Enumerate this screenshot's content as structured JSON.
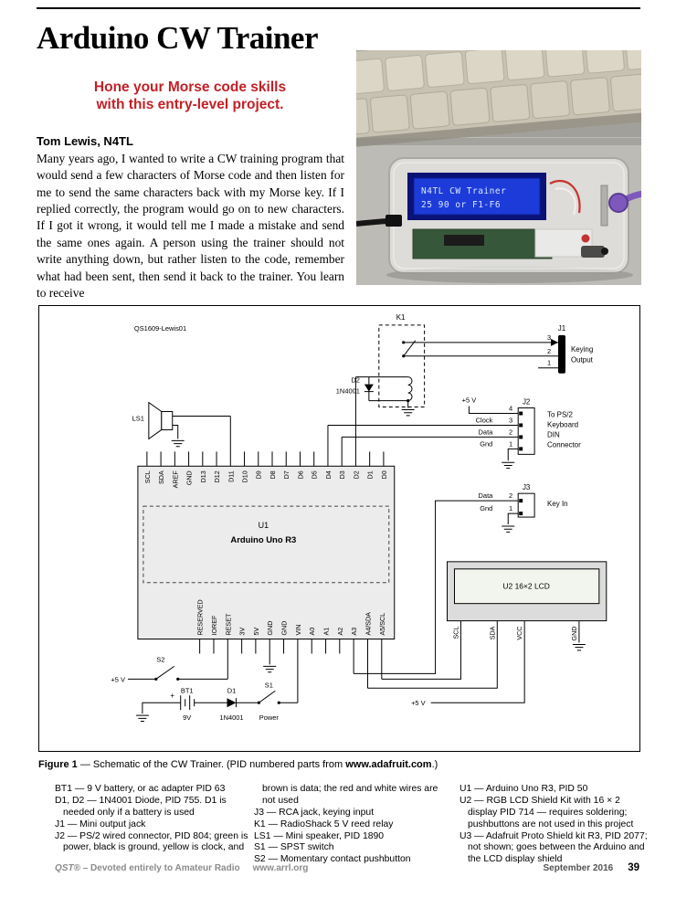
{
  "page": {
    "title": "Arduino CW Trainer",
    "tagline_line1": "Hone your Morse code skills",
    "tagline_line2": "with this entry-level project.",
    "author": "Tom Lewis, N4TL",
    "body": "Many years ago, I wanted to write a CW training program that would send a few characters of Morse code and then listen for me to send the same characters back with my Morse key. If I replied correctly, the program would go on to new characters. If I got it wrong, it would tell me I made a mistake and send the same ones again. A person using the trainer should not write anything down, but rather listen to the code, remember what had been sent, then send it back to the trainer. You learn to receive",
    "accent_red": "#c32026"
  },
  "photo": {
    "lcd_line1": "N4TL CW Trainer",
    "lcd_line2": "25 90 or F1-F6"
  },
  "figure": {
    "label": "Figure 1",
    "caption_mid": " — Schematic of the CW Trainer. (PID numbered parts from ",
    "caption_link": "www.adafruit.com",
    "caption_end": ".)"
  },
  "schematic": {
    "drawing_number": "QS1609-Lewis01",
    "plus5": "+5 V",
    "u1": {
      "ref": "U1",
      "name": "Arduino Uno R3",
      "top_pins": [
        "SCL",
        "SDA",
        "AREF",
        "GND",
        "D13",
        "D12",
        "D11",
        "D10",
        "D9",
        "D8",
        "D7",
        "D6",
        "D5",
        "D4",
        "D3",
        "D2",
        "D1",
        "D0"
      ],
      "bottom_pins": [
        "RESERVED",
        "IOREF",
        "RESET",
        "3V",
        "5V",
        "GND",
        "GND",
        "VIN",
        "A0",
        "A1",
        "A2",
        "A3",
        "A4/SDA",
        "A5/SCL"
      ]
    },
    "u2": {
      "label": "U2  16×2  LCD",
      "pins": [
        "SCL",
        "SDA",
        "VCC",
        "GND"
      ]
    },
    "k1": {
      "ref": "K1"
    },
    "d2": {
      "ref": "D2",
      "value": "1N4001"
    },
    "j1": {
      "ref": "J1",
      "pin_numbers": [
        "3",
        "2",
        "1"
      ],
      "note_line1": "Keying",
      "note_line2": "Output"
    },
    "j2": {
      "ref": "J2",
      "pin_numbers": [
        "4",
        "3",
        "2",
        "1"
      ],
      "pin_names": [
        "Clock",
        "Data",
        "Gnd"
      ],
      "note": [
        "To PS/2",
        "Keyboard",
        "DIN",
        "Connector"
      ]
    },
    "j3": {
      "ref": "J3",
      "pin_numbers": [
        "2",
        "1"
      ],
      "pin_names": [
        "Data",
        "Gnd"
      ],
      "note": "Key In"
    },
    "ls1": {
      "ref": "LS1"
    },
    "s1": {
      "ref": "S1",
      "note": "Power"
    },
    "s2": {
      "ref": "S2"
    },
    "bt1": {
      "ref": "BT1",
      "value": "9V",
      "polarity": "+"
    },
    "d1": {
      "ref": "D1",
      "value": "1N4001"
    }
  },
  "parts_list": {
    "col1": [
      "BT1 — 9 V battery, or ac adapter PID 63",
      "D1, D2 — 1N4001 Diode, PID 755. D1 is needed only if a battery is used",
      "J1 — Mini output jack",
      "J2 — PS/2 wired connector, PID 804; green is power, black is ground, yellow is clock, and"
    ],
    "col2": [
      "brown is data; the red and white wires are not used",
      "J3 — RCA jack, keying input",
      "K1 — RadioShack 5 V reed relay",
      "LS1 — Mini speaker, PID 1890",
      "S1 — SPST switch",
      "S2 — Momentary contact pushbutton"
    ],
    "col3": [
      "U1 — Arduino Uno R3, PID 50",
      "U2 — RGB LCD Shield Kit with 16 × 2 display PID 714 — requires soldering; pushbuttons are not used in this project",
      "U3 — Adafruit Proto Shield kit R3, PID 2077; not shown; goes between the Arduino and the LCD display shield"
    ]
  },
  "footer": {
    "qst": "QST®",
    "motto": " – Devoted entirely to Amateur Radio",
    "url": "www.arrl.org",
    "issue": "September 2016",
    "page_number": "39"
  }
}
